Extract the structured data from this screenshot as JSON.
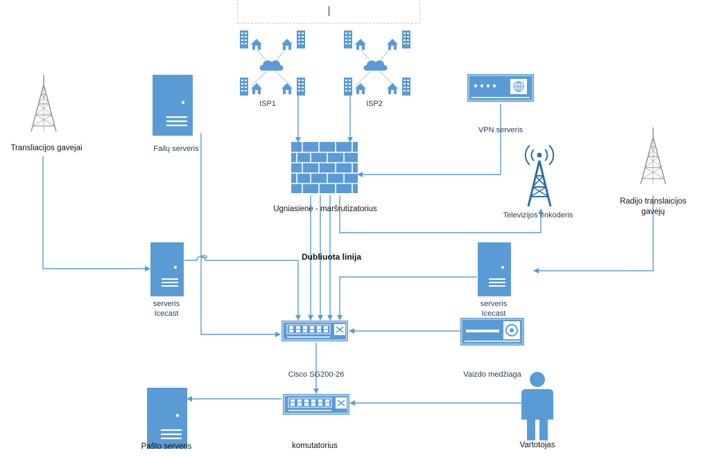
{
  "labels": {
    "isp1": "ISP1",
    "isp2": "ISP2",
    "vpn": "VPN serveris",
    "file_server": "Failų serveris",
    "broadcast_receivers": "Transliacijos gavejai",
    "firewall": "Ugniasienė - maršrutizatorius",
    "tv_encoder": "Televizijos enkoderis",
    "radio_receivers_line1": "Radijo translaicijos",
    "radio_receivers_line2": "gavėjų",
    "dual_line": "Dubliuota linija",
    "icecast_left_line1": "serveris",
    "icecast_left_line2": "Icecast",
    "icecast_right_line1": "serveris",
    "icecast_right_line2": "Icecast",
    "cisco": "Cisco SG200-26",
    "video_material": "Vaizdo medžiaga",
    "switch": "komutatorius",
    "mail_server": "Pašto serveris",
    "user": "Vartotojas"
  },
  "colors": {
    "device": "#5b9bd5",
    "device_dark": "#2e6da4",
    "line": "#5b9bd5",
    "text": "#1f3b57"
  },
  "icons": [
    "server-icon",
    "firewall-icon",
    "switch-icon",
    "antenna-tower-icon",
    "wireless-tower-icon",
    "cloud-icon",
    "building-icon",
    "home-icon",
    "person-icon",
    "vpn-appliance-icon",
    "video-device-icon"
  ]
}
